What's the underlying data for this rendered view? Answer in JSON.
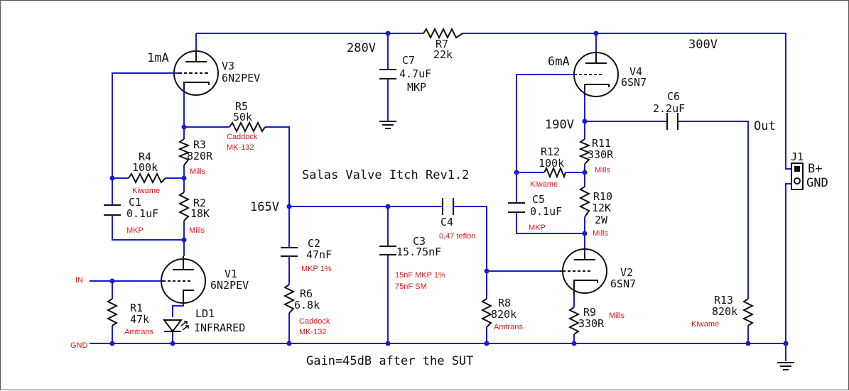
{
  "title": "Salas Valve Itch Rev1.2",
  "gain": "Gain=45dB after the SUT",
  "nets": {
    "in": "IN",
    "gnd": "GND",
    "out": "Out",
    "v280": "280V",
    "v300": "300V",
    "v165": "165V",
    "v190": "190V",
    "ma1": "1mA",
    "ma6": "6mA"
  },
  "tubes": {
    "v3": {
      "ref": "V3",
      "type": "6N2PEV"
    },
    "v1": {
      "ref": "V1",
      "type": "6N2PEV"
    },
    "v4": {
      "ref": "V4",
      "type": "6SN7"
    },
    "v2": {
      "ref": "V2",
      "type": "6SN7"
    }
  },
  "resistors": {
    "r1": {
      "ref": "R1",
      "value": "47k",
      "note": "Amtrans"
    },
    "r2": {
      "ref": "R2",
      "value": "18K",
      "note": "Mills"
    },
    "r3": {
      "ref": "R3",
      "value": "820R",
      "note": "Mills"
    },
    "r4": {
      "ref": "R4",
      "value": "100k",
      "note": "Kiwame"
    },
    "r5": {
      "ref": "R5",
      "value": "50k",
      "note1": "Caddock",
      "note2": "MK-132"
    },
    "r6": {
      "ref": "R6",
      "value": "6.8k",
      "note1": "Caddock",
      "note2": "MK-132"
    },
    "r7": {
      "ref": "R7",
      "value": "22k"
    },
    "r8": {
      "ref": "R8",
      "value": "820k",
      "note": "Amtrans"
    },
    "r9": {
      "ref": "R9",
      "value": "330R",
      "note": "Mills"
    },
    "r10": {
      "ref": "R10",
      "value": "12K",
      "value2": "2W",
      "note": "Mills"
    },
    "r11": {
      "ref": "R11",
      "value": "330R",
      "note": "Mills"
    },
    "r12": {
      "ref": "R12",
      "value": "100k",
      "note": "Kiwame"
    },
    "r13": {
      "ref": "R13",
      "value": "820k",
      "note": "Kiwame"
    }
  },
  "capacitors": {
    "c1": {
      "ref": "C1",
      "value": "0.1uF",
      "note": "MKP"
    },
    "c2": {
      "ref": "C2",
      "value": "47nF",
      "note": "MKP 1%"
    },
    "c3": {
      "ref": "C3",
      "value": "15.75nF",
      "note1": "15nF MKP 1%",
      "note2": "75nF SM"
    },
    "c4": {
      "ref": "C4",
      "note": "0,47 teflon"
    },
    "c5": {
      "ref": "C5",
      "value": "0.1uF",
      "note": "MKP"
    },
    "c6": {
      "ref": "C6",
      "value": "2.2uF"
    },
    "c7": {
      "ref": "C7",
      "value": "4.7uF",
      "note": "MKP"
    }
  },
  "led": {
    "ref": "LD1",
    "type": "INFRARED"
  },
  "connector": {
    "ref": "J1",
    "pin1": "B+",
    "pin2": "GND"
  }
}
